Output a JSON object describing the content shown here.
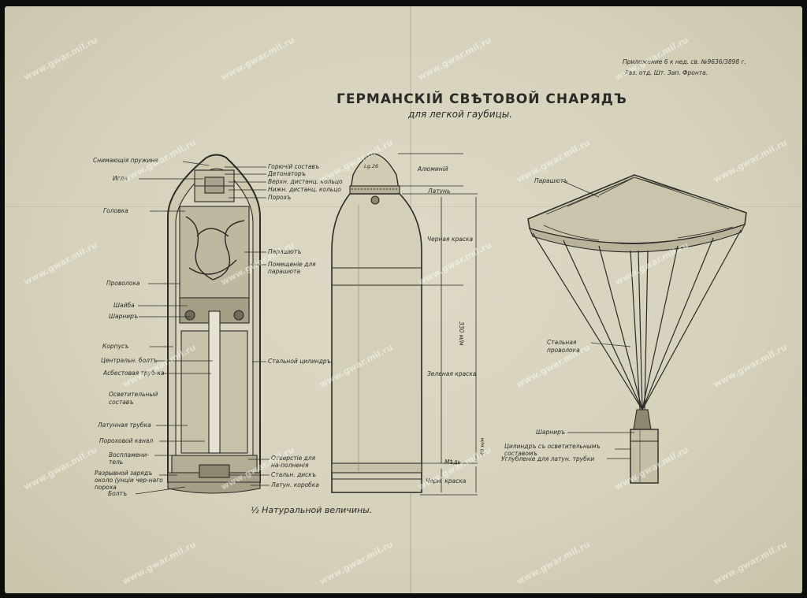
{
  "reference": {
    "line1": "Приложение 6 к нед. св. №9636/3898 г.",
    "line2": "Раз. отд. Шт. Зап. Фронта."
  },
  "title": "ГЕРМАНСКIЙ СВѢТОВОЙ СНАРЯДЪ",
  "subtitle": "для легкой гаубицы.",
  "scale_note": "½ Натуральной величины.",
  "left_labels": [
    "Снимающiя пружина",
    "Игла",
    "Головка",
    "Проволока",
    "Шайба",
    "Шарниръ",
    "Корпусъ",
    "Центральн. болтъ",
    "Асбестовая труб-ка",
    "Осветительный составъ",
    "Латунная трубка",
    "Пороховой канал",
    "Воспламени-тель",
    "Разрывной зарядъ около (унцiи чер-наго пороха",
    "Болтъ"
  ],
  "right_labels": [
    "Горючiй составъ",
    "Детонаторъ",
    "Верхн. дистанц. кольцо",
    "Нижн. дистанц. кольцо",
    "Порохъ",
    "Парашютъ",
    "Помещенiе для парашюта",
    "Стальной цилиндръ",
    "Отверстiе для на-полненiя",
    "Стальн. дискъ",
    "Латун. коробка"
  ],
  "shell_labels": {
    "fuze_marking": "Lg.26",
    "aluminium": "Алюминiй",
    "brass": "Латунь",
    "black_paint": "Черная краска",
    "green_paint": "Зеленая краска",
    "copper": "Мѣдь",
    "black_paint_short": "Черн. краска",
    "length": "330 м/м",
    "band_length": "40 м/м"
  },
  "parachute_labels": [
    "Парашютъ",
    "Стальная проволока",
    "Шарниръ",
    "Цилиндръ съ осветительнымъ составомъ",
    "Углубленiе для латун. трубки"
  ],
  "watermark": "www.gwar.mil.ru"
}
